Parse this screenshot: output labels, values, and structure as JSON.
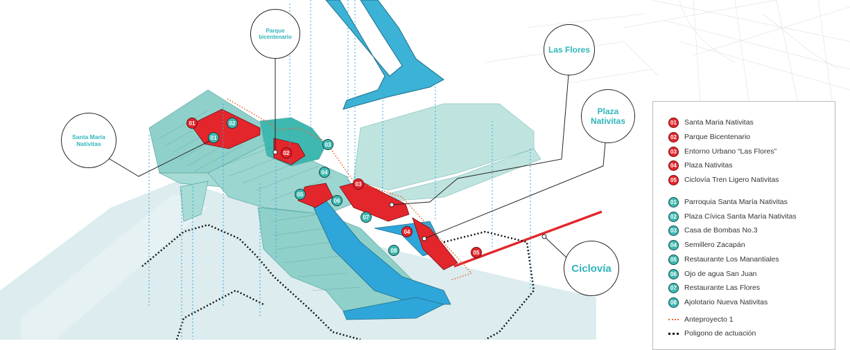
{
  "callouts": {
    "parque": "Parque bicentenario",
    "las_flores": "Las Flores",
    "santa_maria": "Santa María Nativitas",
    "plaza": "Plaza Nativitas",
    "ciclovia": "Ciclovía"
  },
  "legend": {
    "projects": [
      {
        "num": "01",
        "label": "Santa Maria Nativitas"
      },
      {
        "num": "02",
        "label": "Parque Bicentenario"
      },
      {
        "num": "03",
        "label": "Entorno Urbano “Las Flores”"
      },
      {
        "num": "04",
        "label": "Plaza Nativitas"
      },
      {
        "num": "05",
        "label": "Ciclovía Tren Ligero  Nativitas"
      }
    ],
    "sites": [
      {
        "num": "01",
        "label": "Parroquia Santa María Nativitas"
      },
      {
        "num": "02",
        "label": "Plaza Cívica Santa María Nativitas"
      },
      {
        "num": "03",
        "label": "Casa de Bombas No.3"
      },
      {
        "num": "04",
        "label": "Semillero Zacapán"
      },
      {
        "num": "05",
        "label": "Restaurante Los Manantiales"
      },
      {
        "num": "06",
        "label": "Ojo de agua San Juan"
      },
      {
        "num": "07",
        "label": "Restaurante Las Flores"
      },
      {
        "num": "08",
        "label": "Ajolotario Nueva Nativitas"
      }
    ],
    "lines": [
      {
        "label": "Anteproyecto 1",
        "color": "#e8662d",
        "style": "dotted"
      },
      {
        "label": "Poligono de actuación",
        "color": "#111111",
        "style": "dotted"
      }
    ]
  },
  "map_badges": {
    "red": [
      "01",
      "02",
      "03",
      "04",
      "05"
    ],
    "teal": [
      "01",
      "02",
      "03",
      "04",
      "05",
      "06",
      "07",
      "08"
    ]
  },
  "colors": {
    "red": "#e3262c",
    "teal": "#3fb8b0",
    "water": "#3bb2d6",
    "light_teal": "#bfe4e0",
    "pale_blue": "#dcecef"
  }
}
